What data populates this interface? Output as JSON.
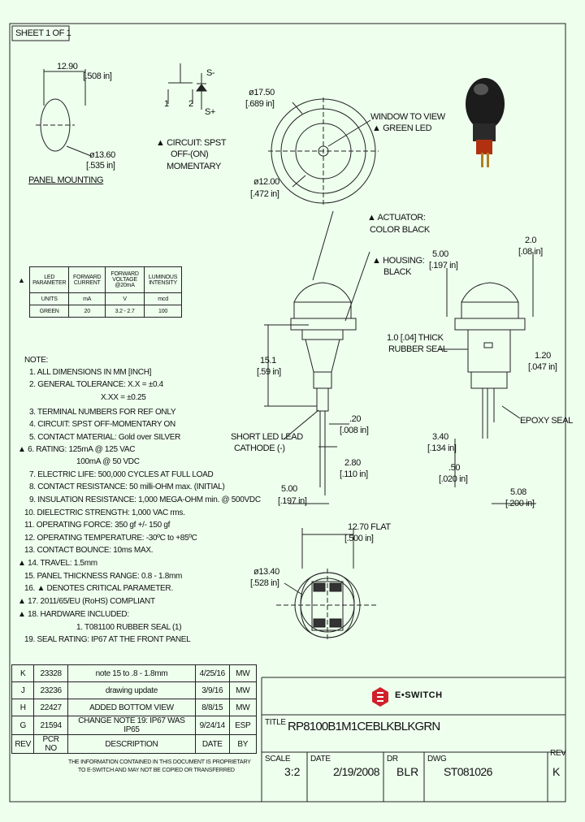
{
  "sheet": "SHEET 1 OF 1",
  "panel": {
    "dim_w": "12.90",
    "dim_w_in": "[.508 in]",
    "dim_d": "ø13.60",
    "dim_d_in": "[.535 in]",
    "label": "PANEL MOUNTING"
  },
  "circuit": {
    "p1": "1",
    "p2": "2",
    "s_minus": "S-",
    "s_plus": "S+",
    "label1": "▲ CIRCUIT: SPST",
    "label2": "OFF-(ON)",
    "label3": "MOMENTARY"
  },
  "front_view": {
    "d1": "ø17.50",
    "d1_in": "[.689 in]",
    "d2": "ø12.00",
    "d2_in": "[.472 in]",
    "window1": "WINDOW TO VIEW",
    "window2": "▲ GREEN LED"
  },
  "side_view": {
    "actuator1": "▲ ACTUATOR:",
    "actuator2": "COLOR BLACK",
    "housing1": "▲ HOUSING:",
    "housing2": "BLACK",
    "h": "15.1",
    "h_in": "[.59 in]",
    "lead1": "SHORT LED LEAD",
    "lead2": "CATHODE (-)",
    "d20": ".20",
    "d20_in": "[.008 in]",
    "d280": "2.80",
    "d280_in": "[.110 in]",
    "d500": "5.00",
    "d500_in": "[.197 in]"
  },
  "right_view": {
    "w": "5.00",
    "w_in": "[.197 in]",
    "t": "2.0",
    "t_in": "[.08 in]",
    "seal1": "1.0 [.04] THICK",
    "seal2": "RUBBER SEAL",
    "h120": "1.20",
    "h120_in": "[.047 in]",
    "epoxy": "EPOXY SEAL",
    "d340": "3.40",
    "d340_in": "[.134 in]",
    "d50": ".50",
    "d50_in": "[.020 in]",
    "d508": "5.08",
    "d508_in": "[.200 in]"
  },
  "bottom_view": {
    "flat": "12.70 FLAT",
    "flat_in": "[.500 in]",
    "d": "ø13.40",
    "d_in": "[.528 in]"
  },
  "led_table": {
    "headers": [
      "LED PARAMETER",
      "FORWARD CURRENT",
      "FORWARD VOLTAGE @20mA",
      "LUMINOUS INTENSITY"
    ],
    "units": [
      "UNITS",
      "mA",
      "V",
      "mcd"
    ],
    "green": [
      "GREEN",
      "20",
      "3.2 - 2.7",
      "100"
    ]
  },
  "notes": [
    "NOTE:",
    "1. ALL DIMENSIONS IN MM [INCH]",
    "2. GENERAL TOLERANCE: X.X = ±0.4",
    "X.XX = ±0.25",
    "3. TERMINAL NUMBERS FOR REF ONLY",
    "4. CIRCUIT: SPST OFF-MOMENTARY ON",
    "5. CONTACT MATERIAL: Gold over SILVER",
    "▲ 6. RATING: 125mA @ 125 VAC",
    "100mA @ 50 VDC",
    "7. ELECTRIC LIFE: 500,000 CYCLES AT FULL LOAD",
    "8. CONTACT RESISTANCE: 50 milli-OHM max. (INITIAL)",
    "9. INSULATION RESISTANCE: 1,000 MEGA-OHM min. @ 500VDC",
    "10. DIELECTRIC STRENGTH: 1,000 VAC rms.",
    "11. OPERATING FORCE: 350 gf +/- 150 gf",
    "12. OPERATING TEMPERATURE: -30ºC to +85ºC",
    "13. CONTACT BOUNCE: 10ms MAX.",
    "▲ 14. TRAVEL: 1.5mm",
    "15. PANEL THICKNESS RANGE: 0.8 - 1.8mm",
    "16. ▲ DENOTES CRITICAL PARAMETER.",
    "▲ 17. 2011/65/EU (RoHS) COMPLIANT",
    "▲ 18. HARDWARE INCLUDED:",
    "1. T081100 RUBBER SEAL (1)",
    "19. SEAL RATING: IP67 AT THE FRONT PANEL"
  ],
  "revisions": [
    [
      "K",
      "23328",
      "note 15 to .8 - 1.8mm",
      "4/25/16",
      "MW"
    ],
    [
      "J",
      "23236",
      "drawing update",
      "3/9/16",
      "MW"
    ],
    [
      "H",
      "22427",
      "ADDED BOTTOM VIEW",
      "8/8/15",
      "MW"
    ],
    [
      "G",
      "21594",
      "CHANGE NOTE 19: IP67 WAS IP65",
      "9/24/14",
      "ESP"
    ]
  ],
  "rev_header": [
    "REV",
    "PCR NO",
    "DESCRIPTION",
    "DATE",
    "BY"
  ],
  "proprietary1": "THE INFORMATION CONTAINED IN THIS DOCUMENT IS PROPRIETARY",
  "proprietary2": "TO E-SWITCH AND MAY NOT BE COPIED OR TRANSFERRED",
  "title_block": {
    "brand": "E•SWITCH",
    "title_label": "TITLE",
    "title": "RP8100B1M1CEBLKBLKGRN",
    "scale_label": "SCALE",
    "scale": "3:2",
    "date_label": "DATE",
    "date": "2/19/2008",
    "dr_label": "DR",
    "dr": "BLR",
    "dwg_label": "DWG",
    "dwg": "ST081026",
    "rev_label": "REV",
    "rev": "K"
  },
  "colors": {
    "background": "#eeffee",
    "line": "#222222",
    "brand_red": "#d0202a"
  }
}
